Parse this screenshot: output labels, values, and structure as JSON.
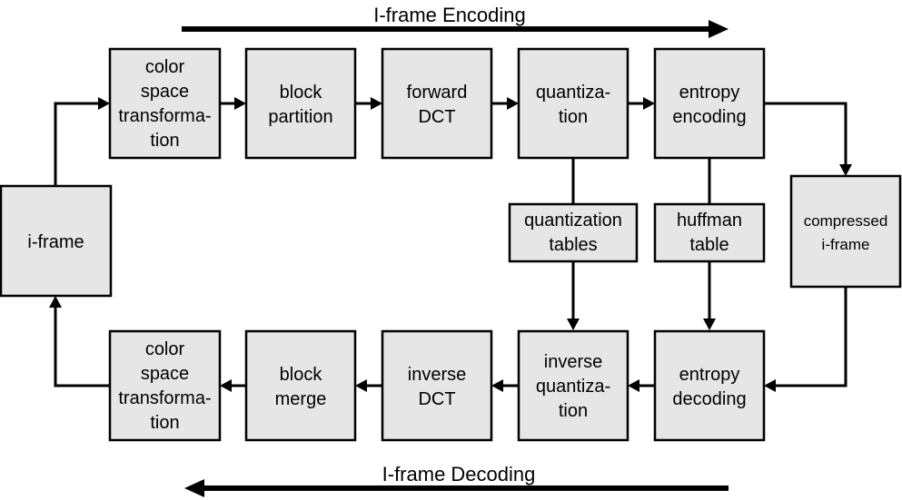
{
  "encoding_title": "I-frame Encoding",
  "decoding_title": "I-frame Decoding",
  "boxes": {
    "iframe": [
      "i-frame"
    ],
    "enc_csp": [
      "color",
      "space",
      "transforma-",
      "tion"
    ],
    "enc_block": [
      "block",
      "partition"
    ],
    "enc_dct": [
      "forward",
      "DCT"
    ],
    "enc_quant": [
      "quantiza-",
      "tion"
    ],
    "enc_entropy": [
      "entropy",
      "encoding"
    ],
    "compressed": [
      "compressed",
      "i-frame"
    ],
    "quant_tables": [
      "quantization",
      "tables"
    ],
    "huffman": [
      "huffman",
      "table"
    ],
    "dec_entropy": [
      "entropy",
      "decoding"
    ],
    "dec_quant": [
      "inverse",
      "quantiza-",
      "tion"
    ],
    "dec_dct": [
      "inverse",
      "DCT"
    ],
    "dec_block": [
      "block",
      "merge"
    ],
    "dec_csp": [
      "color",
      "space",
      "transforma-",
      "tion"
    ]
  }
}
